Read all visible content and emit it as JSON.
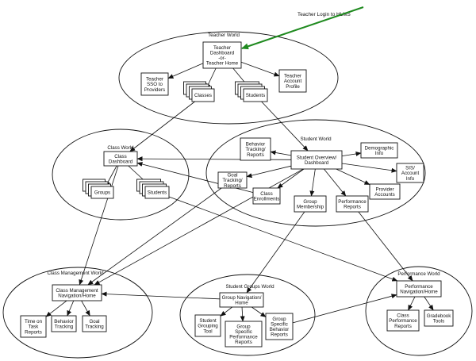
{
  "annotation": {
    "text": "Teacher Login to HLMS",
    "arrow_color": "#1f8a1f"
  },
  "worlds": {
    "teacher": "Teacher World",
    "class": "Class World",
    "student": "Student World",
    "class_mgmt": "Class Management World",
    "student_groups": "Student Groups World",
    "performance": "Performance World"
  },
  "nodes": {
    "teacher_home": [
      "Teacher",
      "Dashboard",
      "-or-",
      "Teacher Home"
    ],
    "teacher_sso": [
      "Teacher",
      "SSO to",
      "Providers"
    ],
    "classes": [
      "Classes"
    ],
    "students_t": [
      "Students"
    ],
    "teacher_profile": [
      "Teacher",
      "Account",
      "Profile"
    ],
    "class_dashboard": [
      "Class",
      "Dashboard"
    ],
    "groups_c": [
      "Groups"
    ],
    "students_c": [
      "Students"
    ],
    "behavior_tracking_reports": [
      "Behavior",
      "Tracking/",
      "Reports"
    ],
    "student_overview": [
      "Student Overview/",
      "Dashboard"
    ],
    "demographic_info": [
      "Demographic",
      "Info"
    ],
    "sis_account": [
      "SIS/",
      "Account",
      "Info"
    ],
    "goal_tracking_reports": [
      "Goal",
      "Tracking/",
      "Reports"
    ],
    "class_enrollments": [
      "Class",
      "Enrollments"
    ],
    "group_membership": [
      "Group",
      "Membership"
    ],
    "performance_reports": [
      "Performance",
      "Reports"
    ],
    "provider_accounts": [
      "Provider",
      "Accounts"
    ],
    "class_mgmt_nav": [
      "Class Management",
      "Navigation/Home"
    ],
    "time_on_task": [
      "Time on",
      "Task",
      "Reports"
    ],
    "behavior_tracking": [
      "Behavior",
      "Tracking"
    ],
    "goal_tracking": [
      "Goal",
      "Tracking"
    ],
    "group_nav": [
      "Group Navigation/",
      "Home"
    ],
    "student_grouping_tool": [
      "Student",
      "Grouping",
      "Tool"
    ],
    "group_specific_perf": [
      "Group",
      "Specific",
      "Performance",
      "Reports"
    ],
    "group_specific_behavior": [
      "Group",
      "Specific",
      "Behavior",
      "Reports"
    ],
    "performance_nav": [
      "Performance",
      "Navigation/Home"
    ],
    "class_perf_reports": [
      "Class",
      "Performance",
      "Reports"
    ],
    "gradebook_tools": [
      "Gradebook",
      "Tools"
    ]
  }
}
